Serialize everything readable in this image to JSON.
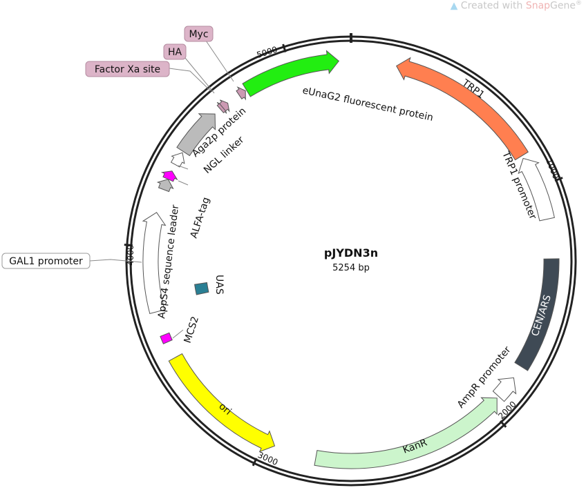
{
  "watermark": {
    "prefix": "Created with ",
    "brand_a": "Snap",
    "brand_b": "Gene",
    "reg": "®"
  },
  "plasmid": {
    "name": "pJYDN3n",
    "size_label": "5254 bp",
    "length": 5254
  },
  "ticks": [
    {
      "bp": 1000,
      "label": "1000"
    },
    {
      "bp": 2000,
      "label": "2000"
    },
    {
      "bp": 3000,
      "label": "3000"
    },
    {
      "bp": 4000,
      "label": "4000"
    },
    {
      "bp": 5000,
      "label": "5000"
    }
  ],
  "features": [
    {
      "id": "eunag2",
      "label": "eUnaG2 fluorescent protein",
      "start": 4795,
      "end": 5203,
      "dir": 1,
      "color": "#22ee11"
    },
    {
      "id": "trp1",
      "label": "TRP1",
      "start": 191,
      "end": 852,
      "dir": -1,
      "color": "#ff7f50"
    },
    {
      "id": "trp1-promoter",
      "label": "TRP1 promoter",
      "start": 864,
      "end": 1138,
      "dir": -1,
      "color": "#ffffff"
    },
    {
      "id": "cen-ars",
      "label": "CEN/ARS",
      "start": 1305,
      "end": 1779,
      "dir": 0,
      "color": "#3f4a55"
    },
    {
      "id": "ampr-promoter",
      "label": "AmpR promoter",
      "start": 1835,
      "end": 1935,
      "dir": -1,
      "color": "#ffffff"
    },
    {
      "id": "kanr",
      "label": "KanR",
      "start": 1945,
      "end": 2775,
      "dir": -1,
      "color": "#ccf5cc"
    },
    {
      "id": "ori",
      "label": "ori",
      "start": 2954,
      "end": 3520,
      "dir": -1,
      "color": "#ffff00"
    },
    {
      "id": "mcs2",
      "label": "MCS2",
      "start": 3592,
      "end": 3625,
      "dir": 0,
      "color": "#ff00ff"
    },
    {
      "id": "uas",
      "label": "UAS",
      "start": 3760,
      "end": 3815,
      "dir": 0,
      "color": "#2a7f94"
    },
    {
      "id": "gal1-promoter",
      "label": "GAL1 promoter",
      "start": 3726,
      "end": 4145,
      "dir": 1,
      "color": "#ffffff"
    },
    {
      "id": "apps4-leader",
      "label": "AppS4 sequence leader",
      "start": 4245,
      "end": 4292,
      "dir": 1,
      "color": "#bbbbbb"
    },
    {
      "id": "alfa-tag",
      "label": "ALFA-tag",
      "start": 4292,
      "end": 4330,
      "dir": 1,
      "color": "#ff00ff"
    },
    {
      "id": "ngl-linker",
      "label": "NGL linker",
      "start": 4360,
      "end": 4418,
      "dir": 1,
      "color": "#ffffff"
    },
    {
      "id": "aga2p",
      "label": "Aga2p protein",
      "start": 4424,
      "end": 4630,
      "dir": 1,
      "color": "#bbbbbb"
    },
    {
      "id": "factor-xa",
      "label": "Factor Xa site",
      "start": 4660,
      "end": 4680,
      "dir": 1,
      "color": "#cc99b3"
    },
    {
      "id": "ha",
      "label": "HA",
      "start": 4672,
      "end": 4700,
      "dir": 1,
      "color": "#cc99b3"
    },
    {
      "id": "myc",
      "label": "Myc",
      "start": 4758,
      "end": 4790,
      "dir": 1,
      "color": "#cc99b3"
    }
  ],
  "colors": {
    "backbone": "#222222",
    "tag_box": "#dcb4c8",
    "tag_border": "#b48ca0"
  }
}
